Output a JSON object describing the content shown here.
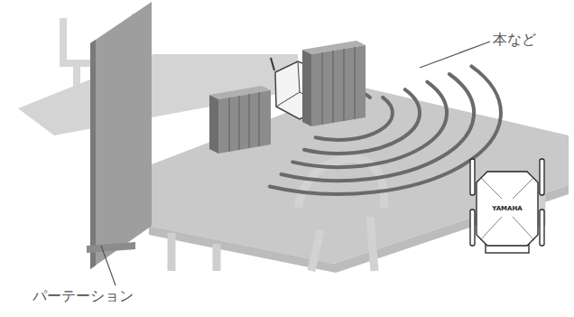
{
  "diagram": {
    "labels": [
      "本など",
      "パーテーション",
      "YAMAHA"
    ]
  }
}
